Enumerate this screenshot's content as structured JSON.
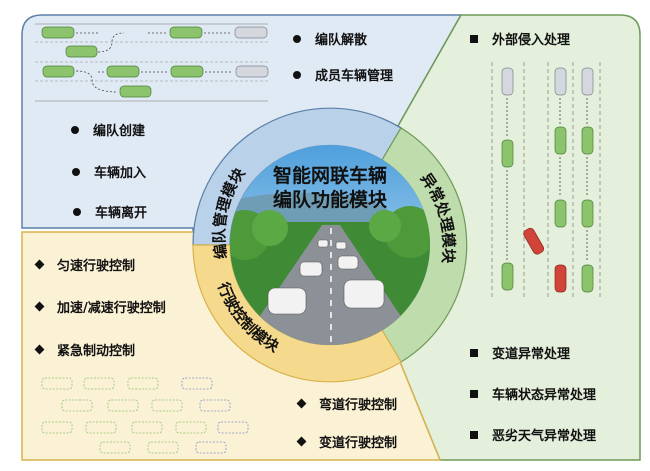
{
  "center": {
    "title_line1": "智能网联车辆",
    "title_line2": "编队功能模块"
  },
  "modules": [
    {
      "name": "编队管理模块",
      "color": "#b9d2ea",
      "panel_color": "#e0eaf5",
      "border": "#5b7fa8",
      "items_right": [
        "编队解散",
        "成员车辆管理"
      ],
      "items_left": [
        "编队创建",
        "车辆加入",
        "车辆离开"
      ]
    },
    {
      "name": "异常处理模块",
      "color": "#bfdcac",
      "panel_color": "#e4efdc",
      "border": "#6e9a58",
      "items": [
        "外部侵入处理",
        "变道异常处理",
        "车辆状态异常处理",
        "恶劣天气异常处理"
      ]
    },
    {
      "name": "行驶控制模块",
      "color": "#f5d98c",
      "panel_color": "#fbf1d4",
      "border": "#d8b24c",
      "items_left": [
        "匀速行驶控制",
        "加速/减速行驶控制",
        "紧急制动控制"
      ],
      "items_right": [
        "弯道行驶控制",
        "变道行驶控制"
      ]
    }
  ]
}
